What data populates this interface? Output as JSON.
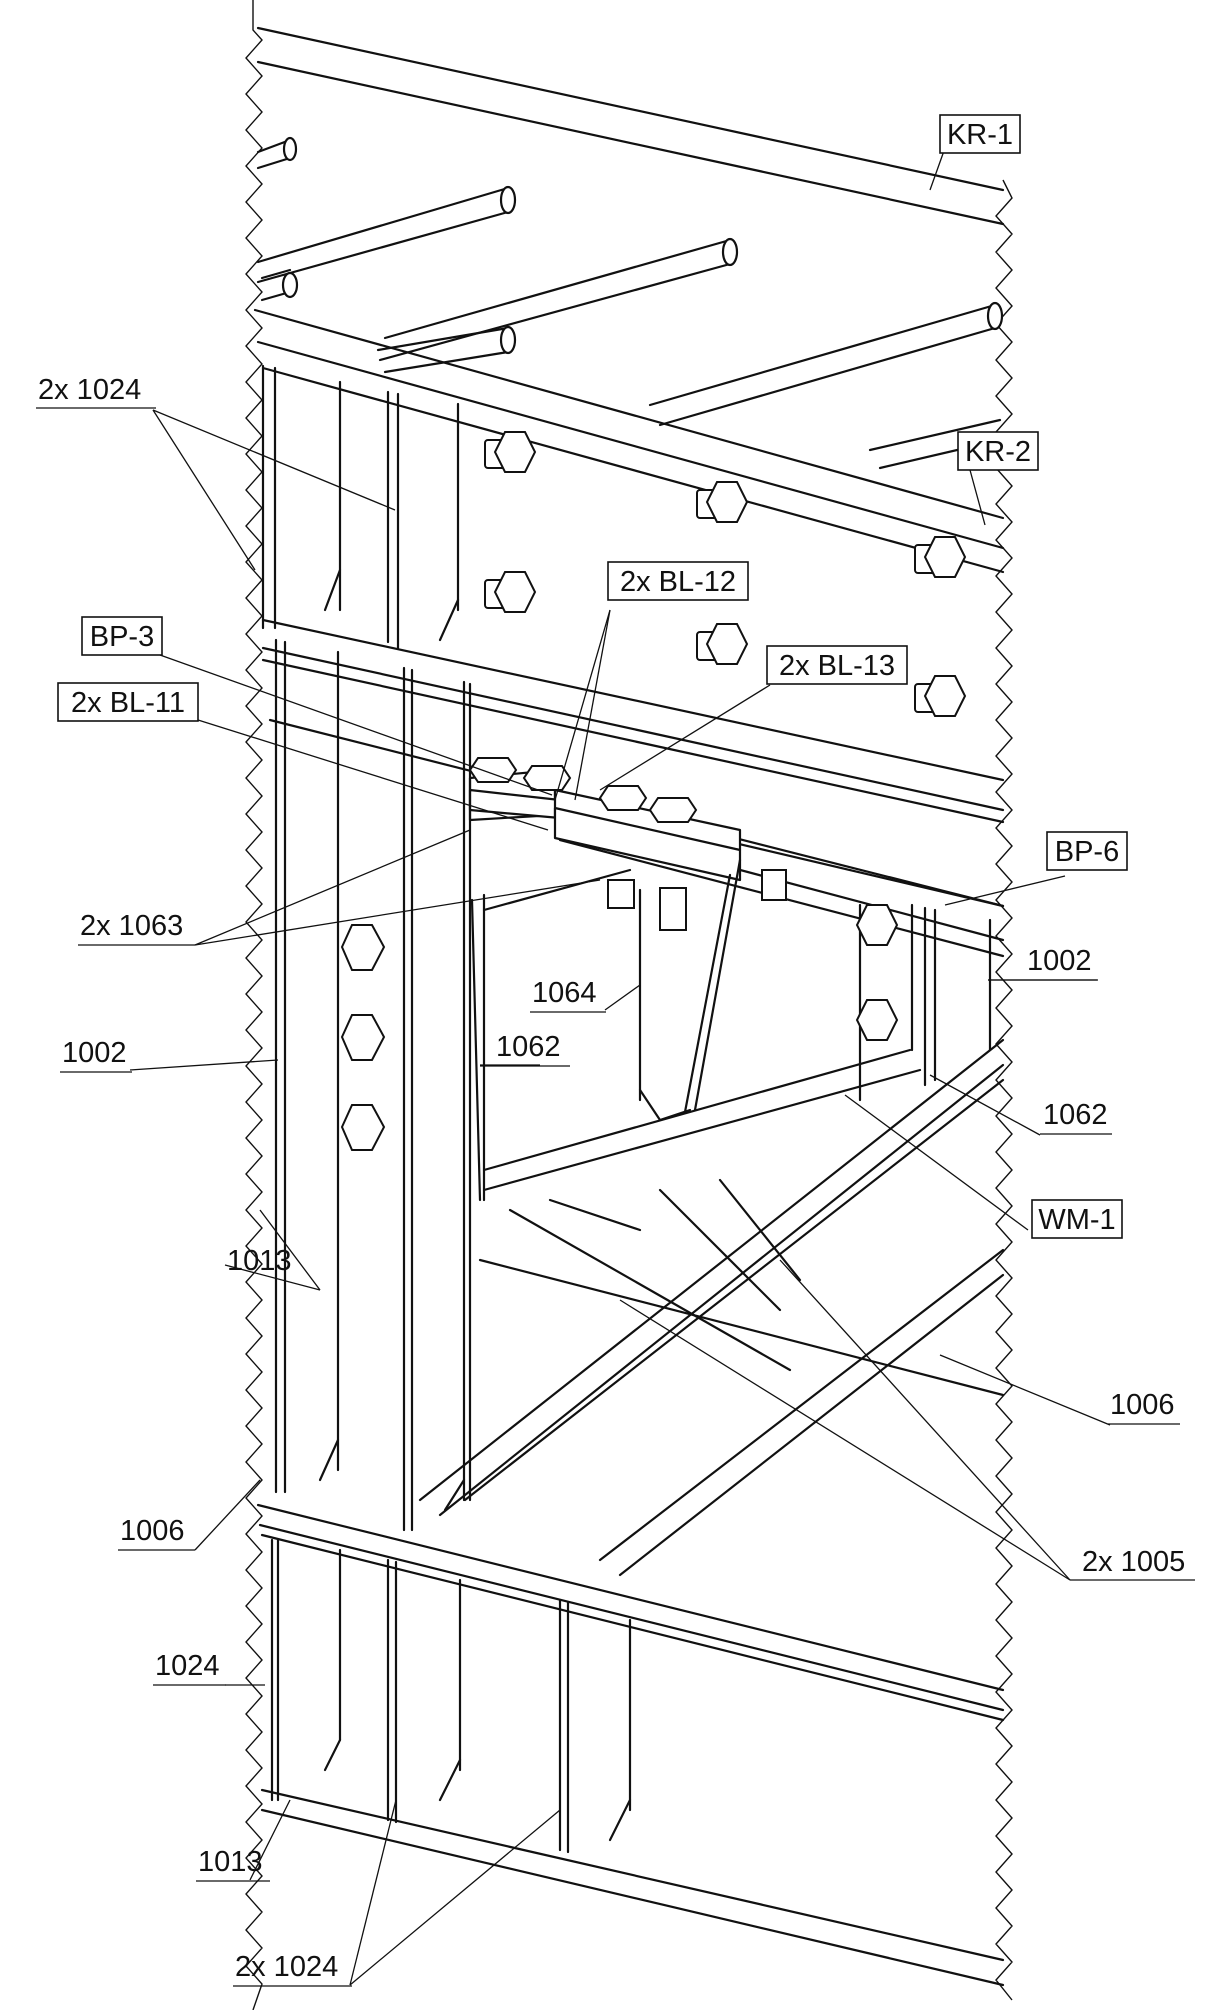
{
  "labels": {
    "kr1": "KR-1",
    "kr2": "KR-2",
    "top_2x1024": "2x 1024",
    "bl12": "2x BL-12",
    "bl13": "2x BL-13",
    "bp3": "BP-3",
    "bl11": "2x BL-11",
    "x1063": "2x 1063",
    "bp6": "BP-6",
    "p1002_right": "1002",
    "p1064": "1064",
    "p1062_mid": "1062",
    "p1002_left": "1002",
    "p1062_right": "1062",
    "wm1": "WM-1",
    "p1013_upper": "1013",
    "p1006_right": "1006",
    "p1006_left": "1006",
    "x1005": "2x 1005",
    "p1024_left": "1024",
    "p1013_lower": "1013",
    "bottom_2x1024": "2x 1024"
  },
  "colors": {
    "line": "#111111",
    "background": "#ffffff"
  }
}
